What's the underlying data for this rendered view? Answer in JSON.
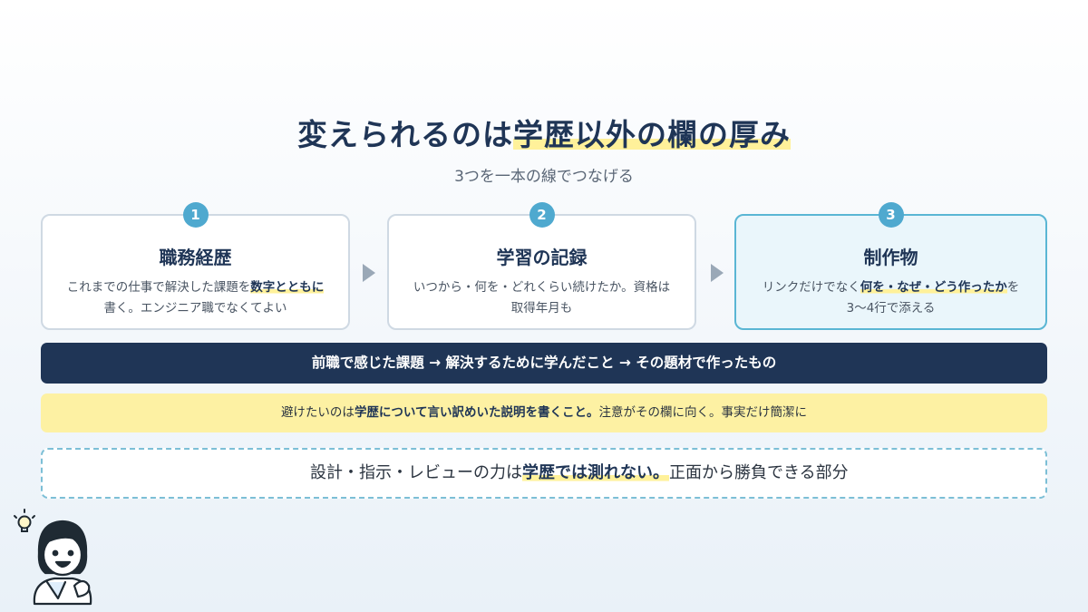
{
  "header": {
    "title_part1": "変えられるのは",
    "title_highlight": "学歴以外の欄の厚み",
    "subtitle": "3つを一本の線でつなげる"
  },
  "cards": [
    {
      "number": "1",
      "title": "職務経歴",
      "desc_before": "これまでの仕事で解決した課題を",
      "desc_bold": "数字とともに",
      "desc_after": "書く。エンジニア職でなくてよい"
    },
    {
      "number": "2",
      "title": "学習の記録",
      "desc_line1": "いつから・何を・どれくらい続けたか。資格は",
      "desc_line2": "取得年月も"
    },
    {
      "number": "3",
      "title": "制作物",
      "desc_before": "リンクだけでなく",
      "desc_bold": "何を・なぜ・どう作ったか",
      "desc_after": "を",
      "desc_line2": "3〜4行で添える"
    }
  ],
  "flow": {
    "text": "前職で感じた課題 → 解決するために学んだこと → その題材で作ったもの"
  },
  "warning": {
    "before": "避けたいのは",
    "bold": "学歴について言い訳めいた説明を書くこと。",
    "after": "注意がその欄に向く。事実だけ簡潔に"
  },
  "note": {
    "before": "設計・指示・レビューの力は",
    "bold": "学歴では測れない。",
    "after": "正面から勝負できる部分"
  },
  "colors": {
    "navy": "#1f3556",
    "accent_blue": "#4fa9cf",
    "highlight_yellow": "#fff19a",
    "warning_bg": "#fdf1a3"
  },
  "icons": {
    "mascot": "person-thinking-illustration",
    "idea": "lightbulb-icon"
  }
}
